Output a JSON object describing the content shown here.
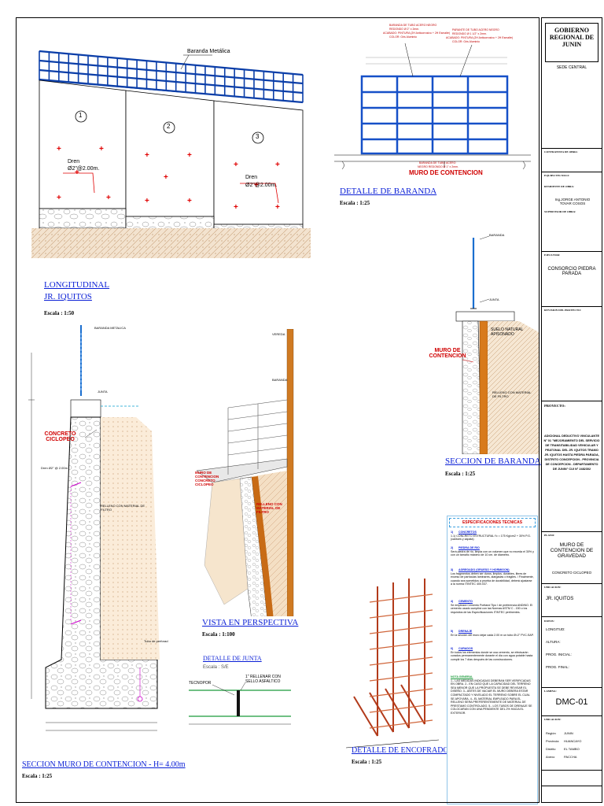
{
  "title_block": {
    "org_lines": [
      "GOBIERNO",
      "REGIONAL DE",
      "JUNIN"
    ],
    "sede": "SEDE CENTRAL",
    "contratista_label": "CONTRATISTA DE OBRA:",
    "equipo_label": "EQUIPO TECNICO:",
    "residente_label": "RESIDENTE DE OBRA:",
    "residente_name": "Ing.JORGE ANTONIO TOVAR COSOS",
    "supervisor_label": "SUPERVISOR DE OBRA:",
    "ejecutor_label": "EJECUTOR:",
    "ejecutor_name": "CONSORCIO PIEDRA PARADA",
    "revision_label": "REVISION DEL PROYECTO:",
    "proyecto_label": "PROYECTO:",
    "proyecto_text": "ADICIONAL DEDUCTIVO VINCULANTE N° 01 \"MEJORAMIENTO DEL SERVICIO DE TRANSITABILIDAD VEHICULAR Y PEATONAL DEL JR. IQUITOS TRAMO JR. IQUITOS HASTA PIEDRA PARADA, DISTRITO CONCEPCION - PROVINCIA DE CONCEPCION - DEPARTAMENTO DE JUNIN\" CUI N° 2482302",
    "plano_label": "PLANO:",
    "plano_title": "MURO DE CONTENCION DE GRAVEDAD",
    "plano_sub": "CONCRETO CICLOPEO",
    "ubicacion_label": "UBICACION:",
    "ubicacion_val": "JR. IQUITOS",
    "datos_label": "DATOS:",
    "longitud": "LONGITUD:",
    "altura": "ALTURA:",
    "prog_inicial": "PROG. INICIAL:",
    "prog_final": "PROG. FINAL:",
    "lamina_label": "LAMINA:",
    "lamina": "DMC-01",
    "ubic2_label": "UBICACION:",
    "region_rows": [
      {
        "k": "Región",
        "v": "JUNIN"
      },
      {
        "k": "Provincia",
        "v": "HUANCAYO"
      },
      {
        "k": "Distrito",
        "v": "EL TAMBO"
      },
      {
        "k": "Anexo",
        "v": "PACCHA"
      }
    ]
  },
  "views": {
    "longitudinal": {
      "title_1": "LONGITUDINAL",
      "title_2": "JR. IQUITOS",
      "scale": "Escala : 1:50",
      "baranda_label": "Baranda Metálica",
      "dren_1": "Dren",
      "dren_1b": "Ø2\"@2.00m.",
      "dren_2": "Dren",
      "dren_2b": "Ø2\"@2.00m.",
      "panels": [
        "1",
        "2",
        "3"
      ]
    },
    "detalle_baranda": {
      "title": "DETALLE DE BARANDA",
      "scale": "Escala : 1:25",
      "label": "MURO DE CONTENCION"
    },
    "seccion_baranda": {
      "title": "SECCION DE BARANDA",
      "scale": "Escala : 1:25",
      "muro": "MURO DE CONTENCION",
      "suelo": "SUELO NATURAL APISONADO",
      "baranda": "BARANDA",
      "junta": "JUNTA",
      "relleno": "RELLENO CON MATERIAL DE FILTRO"
    },
    "seccion_muro": {
      "title": "SECCION MURO DE CONTENCION - H= 4.00m",
      "scale": "Escala : 1:25",
      "concreto": "CONCRETO CICLOPEO",
      "dren": "Dren Ø2\" @ 2.00m",
      "relleno": "RELLENO CON MATERIAL DE FILTRO",
      "tubo": "Tubo de perforad",
      "baranda": "BARANDA METALICA",
      "junta": "JUNTA"
    },
    "perspectiva": {
      "title": "VISTA EN PERSPECTIVA",
      "scale": "Escala : 1:100",
      "muro": "MURO DE CONTENCION CONCRETO CICLOPEO",
      "relleno": "RELLENO CON MATERIAL DE FILTRO",
      "vereda": "VEREDA",
      "baranda": "BARANDA"
    },
    "junta": {
      "title": "DETALLE DE JUNTA",
      "scale": "Escala : S/E",
      "tecnopor": "TECNOPOR",
      "sello": "1\" RELLENAR CON SELLO ASFALTICO"
    },
    "encofrado": {
      "title": "DETALLE DE ENCOFRADO",
      "scale": "Escala : 1:25"
    }
  },
  "specs": {
    "header": "ESPECIFICACIONES TECNICAS",
    "items": [
      {
        "n": "1)",
        "h": "CONCRETOS",
        "t": "1.1) CONCRETO ESTRUCTURAL  f'c = 175 Kg/cm2 + 30% P.G. (cantoes y zapata)"
      },
      {
        "n": "2)",
        "h": "PIEDRA DE RIO",
        "t": "Será piedra de río, limpia con un volumen que no exceda el 30% y con un tamaño máximo de 10 cm. de diámetro."
      },
      {
        "n": "3)",
        "h": "AGREGADO (GRUESO Y HORMIGON)",
        "t": "Los fragmentos deben ser duros, limpios, durables, libres de exceso de partículas laminares, alargadas o frágiles. / Finalmente, cuando sea sometidos a prueba de durabilidad, deberá ajustarse a la norma ITINTEC 400.037."
      },
      {
        "n": "4)",
        "h": "CEMENTO",
        "t": "Se empleará Cemento Portland Tipo I de preferencia ANDINO. El cemento usado cumplirá con las Normas ASTM C - 150 o los requisitos de las Especificaciones ITINTEC pertinentes."
      },
      {
        "n": "5)",
        "h": "DRENAJE",
        "t": "En la sección del muro dejar cada 2.00 m un tubo Ø=2\" PVC-SAP."
      },
      {
        "n": "6)",
        "h": "CURADOS",
        "t": "En todos los elementos donde se usa cemento, se efectuarán curados permanentemente durante el día con agua potable hasta cumplir los 7 días después de las construcciones."
      },
      {
        "n": "",
        "h": "NOTA GENERAL",
        "t": "1.- LAS MEDIDAS INDICADAS DEBERAN SER VERIFICADAS EN OBRA. 2.- EN CASO QUE LA CAPACIDAD DEL TERRENO SEA MENOR QUE LA PROPUESTA SE DEBE REVISAR EL DISEÑO. 3.- ANTES DE VACIAR EL MURO DEBERA ESTAR COMPACTADO Y NIVELADO EL TERRENO SOBRE EL CUAL SE APOYARA. 4.- EL MATERIAL EMPLEADO PARA EL RELLENO SERA PREFERENTEMENTE DE MATERIAL DE PRESTAMO CONTROLADO. 5.- LOS TUBOS DE DRENAJE SE COLOCARAN CON UNA PENDIENTE DEL 2% HACIA EL EXTERIOR."
      }
    ]
  }
}
